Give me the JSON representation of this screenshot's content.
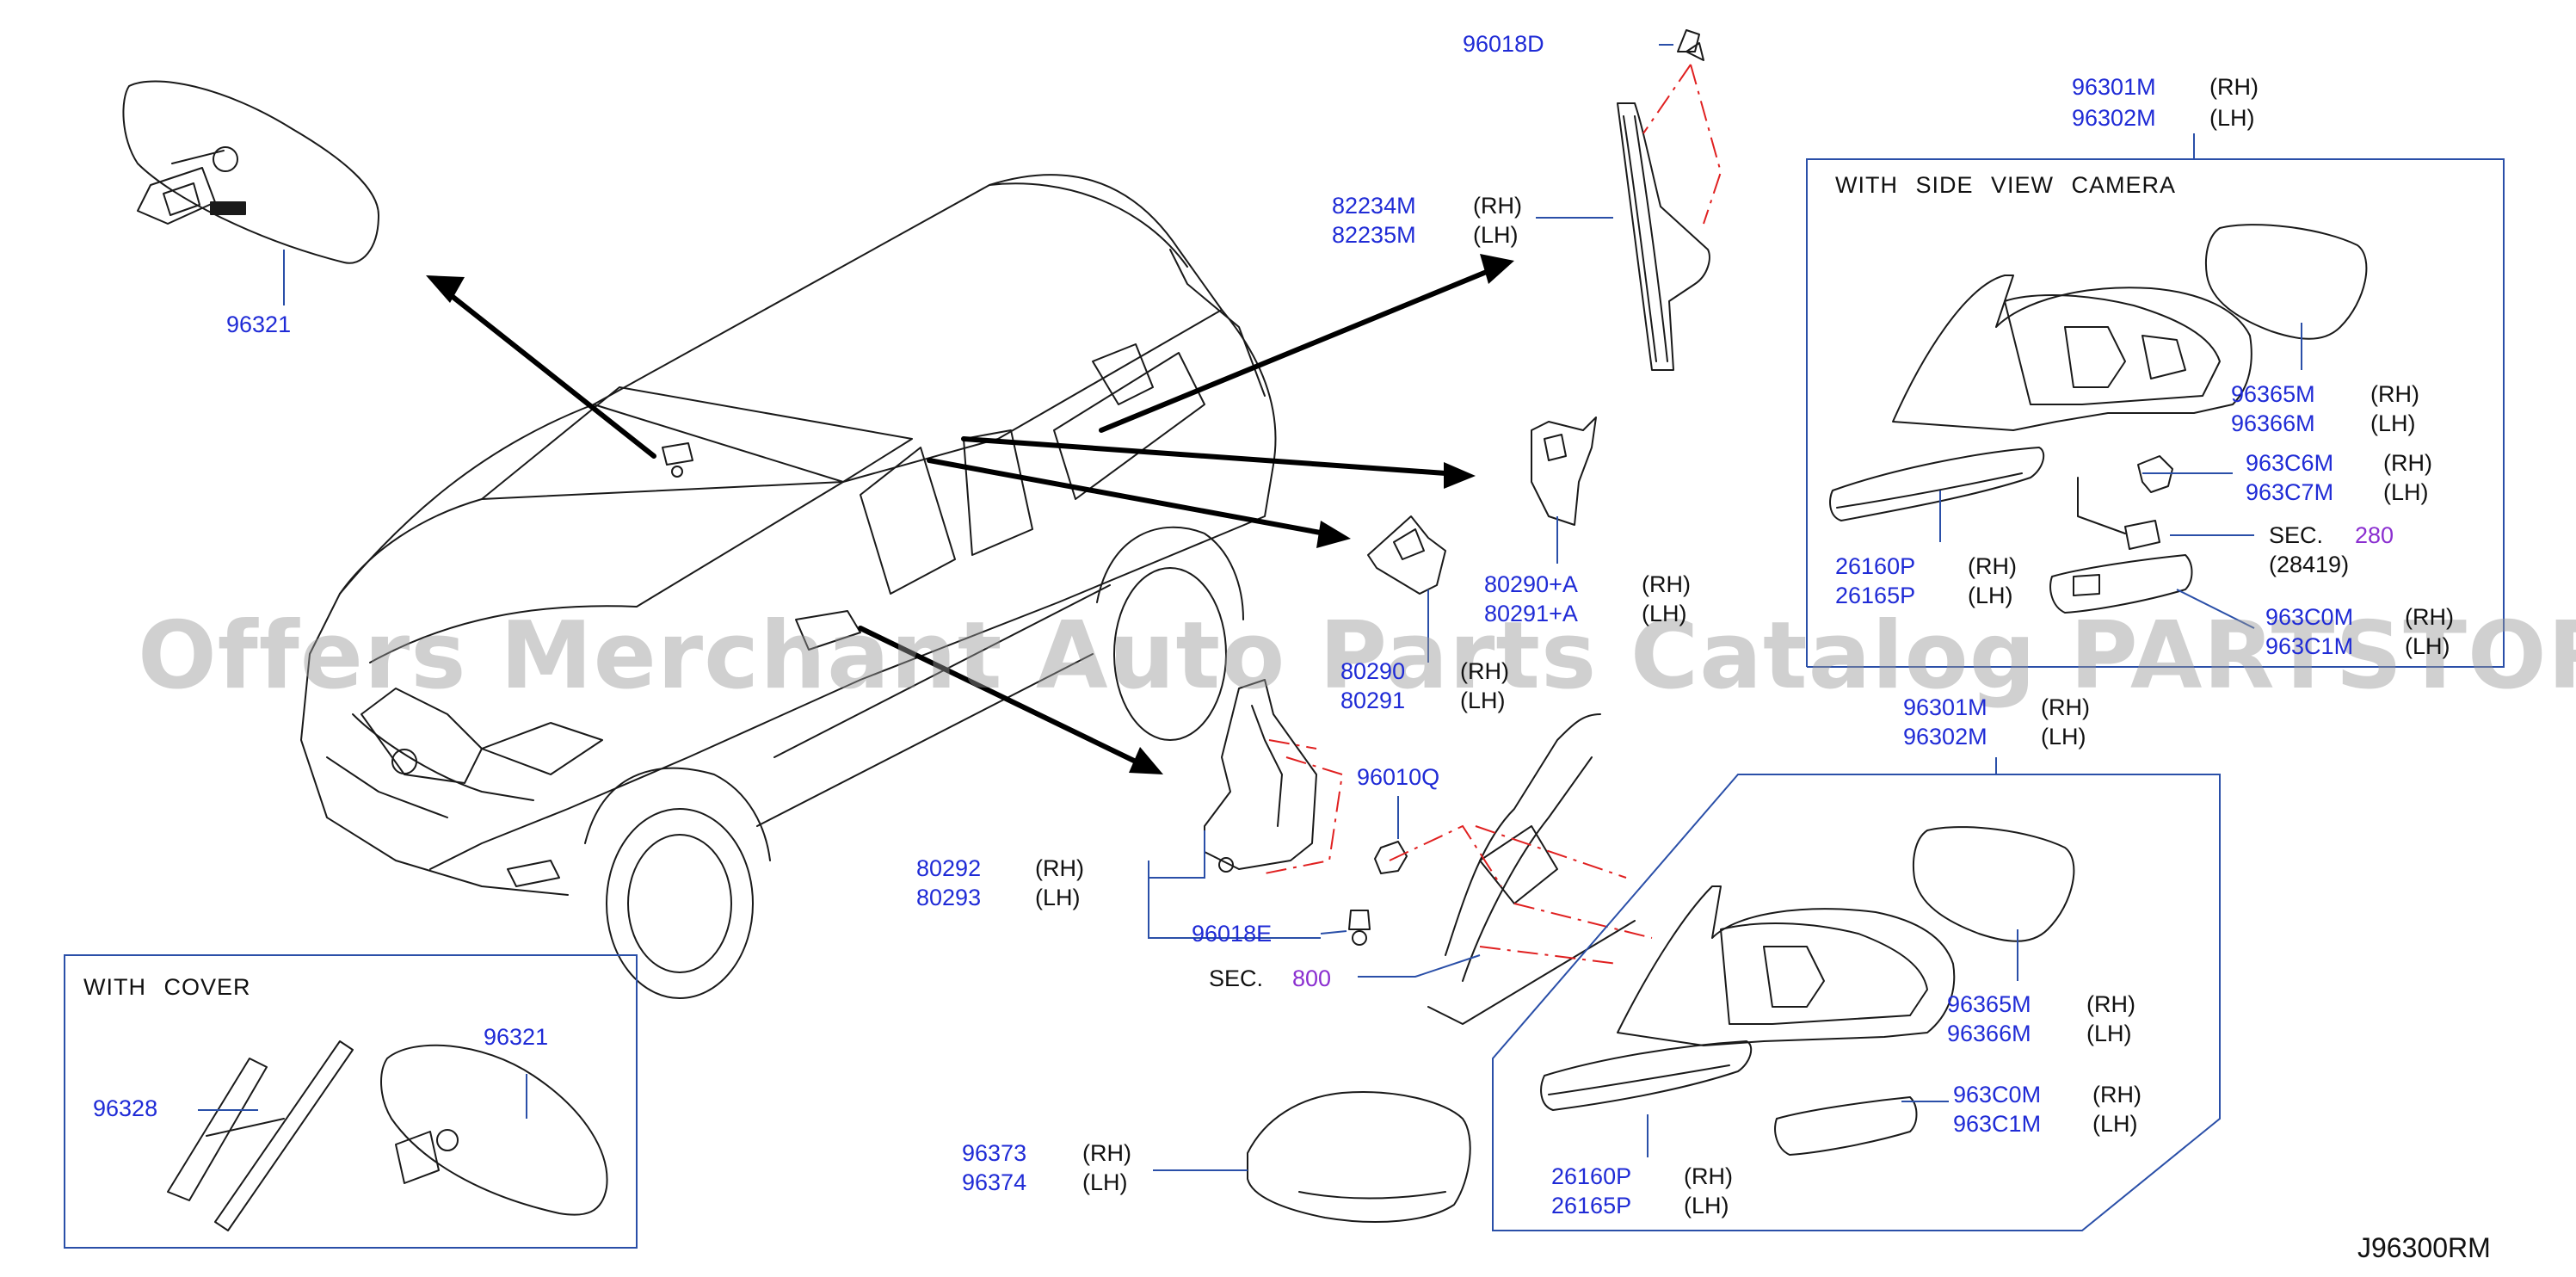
{
  "watermark": "Offers Merchant Auto Parts Catalog PARTSTORE.SA",
  "diagram_code": "J96300RM",
  "colors": {
    "part_number": "#1f2bd6",
    "section_ref": "#8b2fd0",
    "box_border": "#2a4fa8",
    "guide_line": "#e02020"
  },
  "boxes": {
    "with_cover": {
      "title": "WITH   COVER"
    },
    "with_side_view_camera": {
      "title": "WITH   SIDE   VIEW   CAMERA"
    }
  },
  "labels": {
    "p96018D": "96018D",
    "p96301M_top": "96301M",
    "p96301M_top_side": "(RH)",
    "p96302M_top": "96302M",
    "p96302M_top_side": "(LH)",
    "p82234M": "82234M",
    "p82234M_side": "(RH)",
    "p82235M": "82235M",
    "p82235M_side": "(LH)",
    "p96321_main": "96321",
    "p96365M_cam": "96365M",
    "p96365M_cam_side": "(RH)",
    "p96366M_cam": "96366M",
    "p96366M_cam_side": "(LH)",
    "p963C6M": "963C6M",
    "p963C6M_side": "(RH)",
    "p963C7M": "963C7M",
    "p963C7M_side": "(LH)",
    "sec280_prefix": "SEC.",
    "sec280_num": "280",
    "sec280_sub": "(28419)",
    "p26160P_cam": "26160P",
    "p26160P_cam_side": "(RH)",
    "p26165P_cam": "26165P",
    "p26165P_cam_side": "(LH)",
    "p963C0M_cam": "963C0M",
    "p963C0M_cam_side": "(RH)",
    "p963C1M_cam": "963C1M",
    "p963C1M_cam_side": "(LH)",
    "p80290A": "80290+A",
    "p80290A_side": "(RH)",
    "p80291A": "80291+A",
    "p80291A_side": "(LH)",
    "p80290": "80290",
    "p80290_side": "(RH)",
    "p80291": "80291",
    "p80291_side": "(LH)",
    "p96301M_mid": "96301M",
    "p96301M_mid_side": "(RH)",
    "p96302M_mid": "96302M",
    "p96302M_mid_side": "(LH)",
    "p96010Q": "96010Q",
    "p80292": "80292",
    "p80292_side": "(RH)",
    "p80293": "80293",
    "p80293_side": "(LH)",
    "p96018E": "96018E",
    "sec800_prefix": "SEC.",
    "sec800_num": "800",
    "p96328": "96328",
    "p96321_cover": "96321",
    "p96365M_std": "96365M",
    "p96365M_std_side": "(RH)",
    "p96366M_std": "96366M",
    "p96366M_std_side": "(LH)",
    "p963C0M_std": "963C0M",
    "p963C0M_std_side": "(RH)",
    "p963C1M_std": "963C1M",
    "p963C1M_std_side": "(LH)",
    "p96373": "96373",
    "p96373_side": "(RH)",
    "p96374": "96374",
    "p96374_side": "(LH)",
    "p26160P_std": "26160P",
    "p26160P_std_side": "(RH)",
    "p26165P_std": "26165P",
    "p26165P_std_side": "(LH)"
  }
}
